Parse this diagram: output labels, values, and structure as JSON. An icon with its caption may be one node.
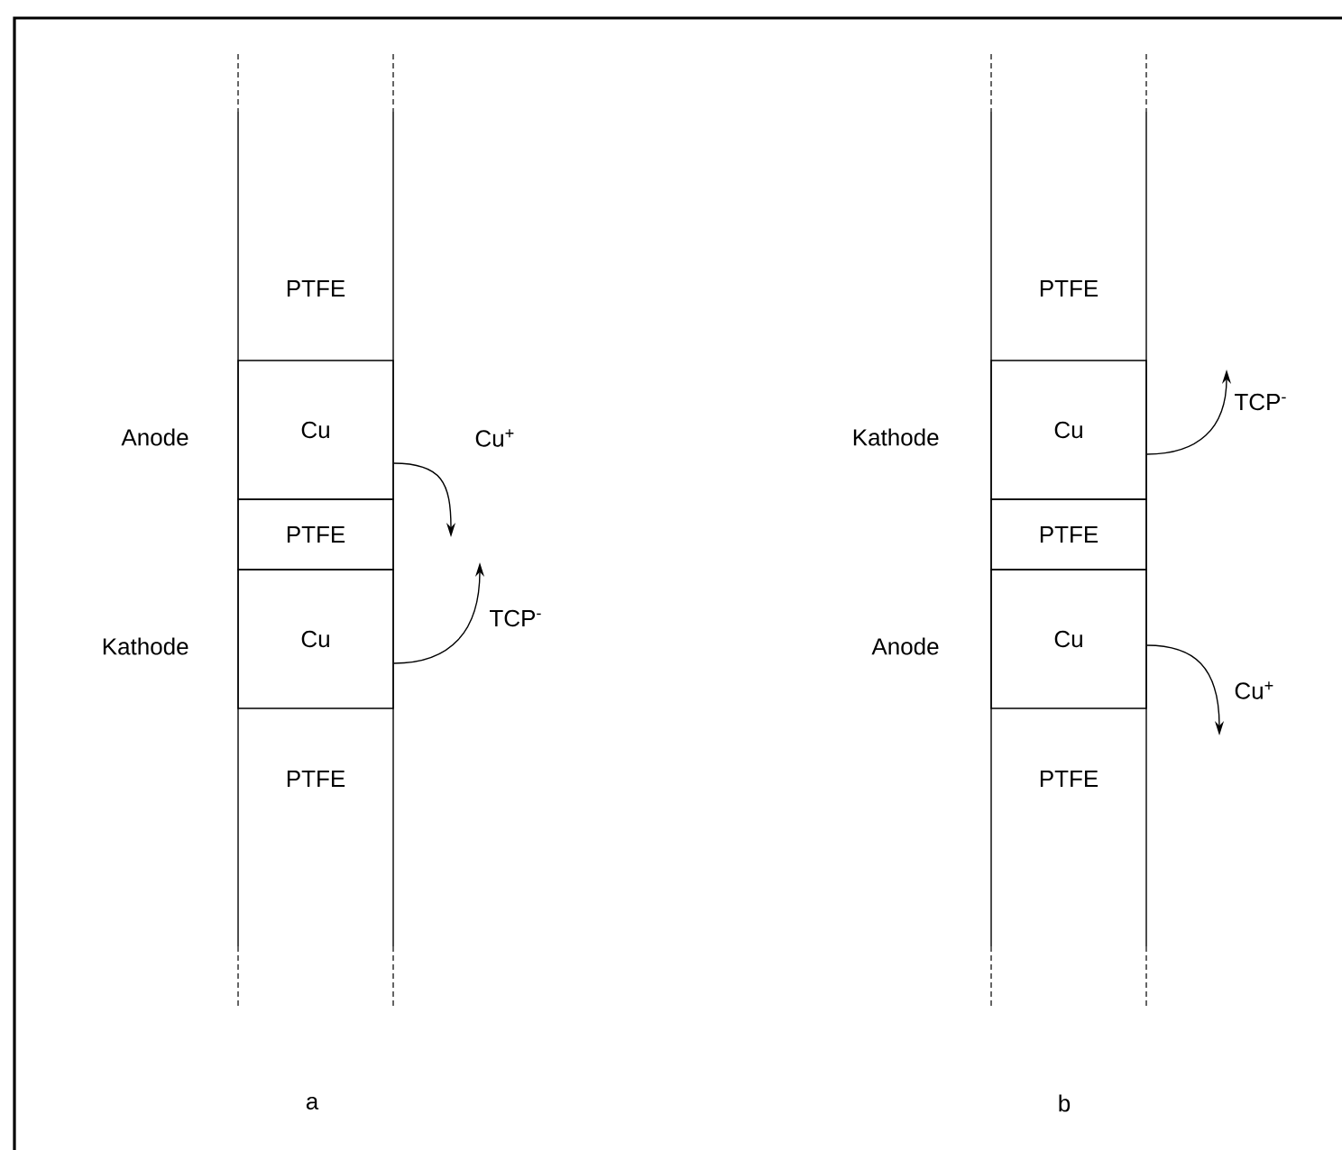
{
  "diagram": {
    "nodes": [
      {
        "text": [
          "PTFE"
        ]
      },
      {
        "text": [
          "Cu"
        ],
        "beside": [
          "Anode"
        ]
      },
      {
        "text": [
          "PTFE"
        ]
      },
      {
        "text": [
          "Cu"
        ],
        "beside": [
          "Kathode"
        ]
      },
      {
        "text": [
          "PTFE"
        ]
      },
      {
        "text": [
          "PTFE"
        ]
      },
      {
        "text": [
          "Cu"
        ],
        "beside": [
          "Kathode"
        ]
      },
      {
        "text": [
          "PTFE"
        ]
      },
      {
        "text": [
          "Cu"
        ],
        "beside": [
          "Anode"
        ]
      },
      {
        "text": [
          "PTFE"
        ]
      }
    ],
    "edges": [
      {
        "from": 1,
        "to": null,
        "arrow": "to",
        "label": "Cu$^{+}$"
      },
      {
        "from": 3,
        "to": null,
        "arrow": "to",
        "label": "TCP$^{-}$"
      },
      {
        "from": 6,
        "to": null,
        "arrow": "to",
        "label": "TCP$^{-}$"
      },
      {
        "from": 8,
        "to": null,
        "arrow": "to",
        "label": "Cu$^{+}$"
      }
    ],
    "labels": [
      "a",
      "b"
    ]
  }
}
